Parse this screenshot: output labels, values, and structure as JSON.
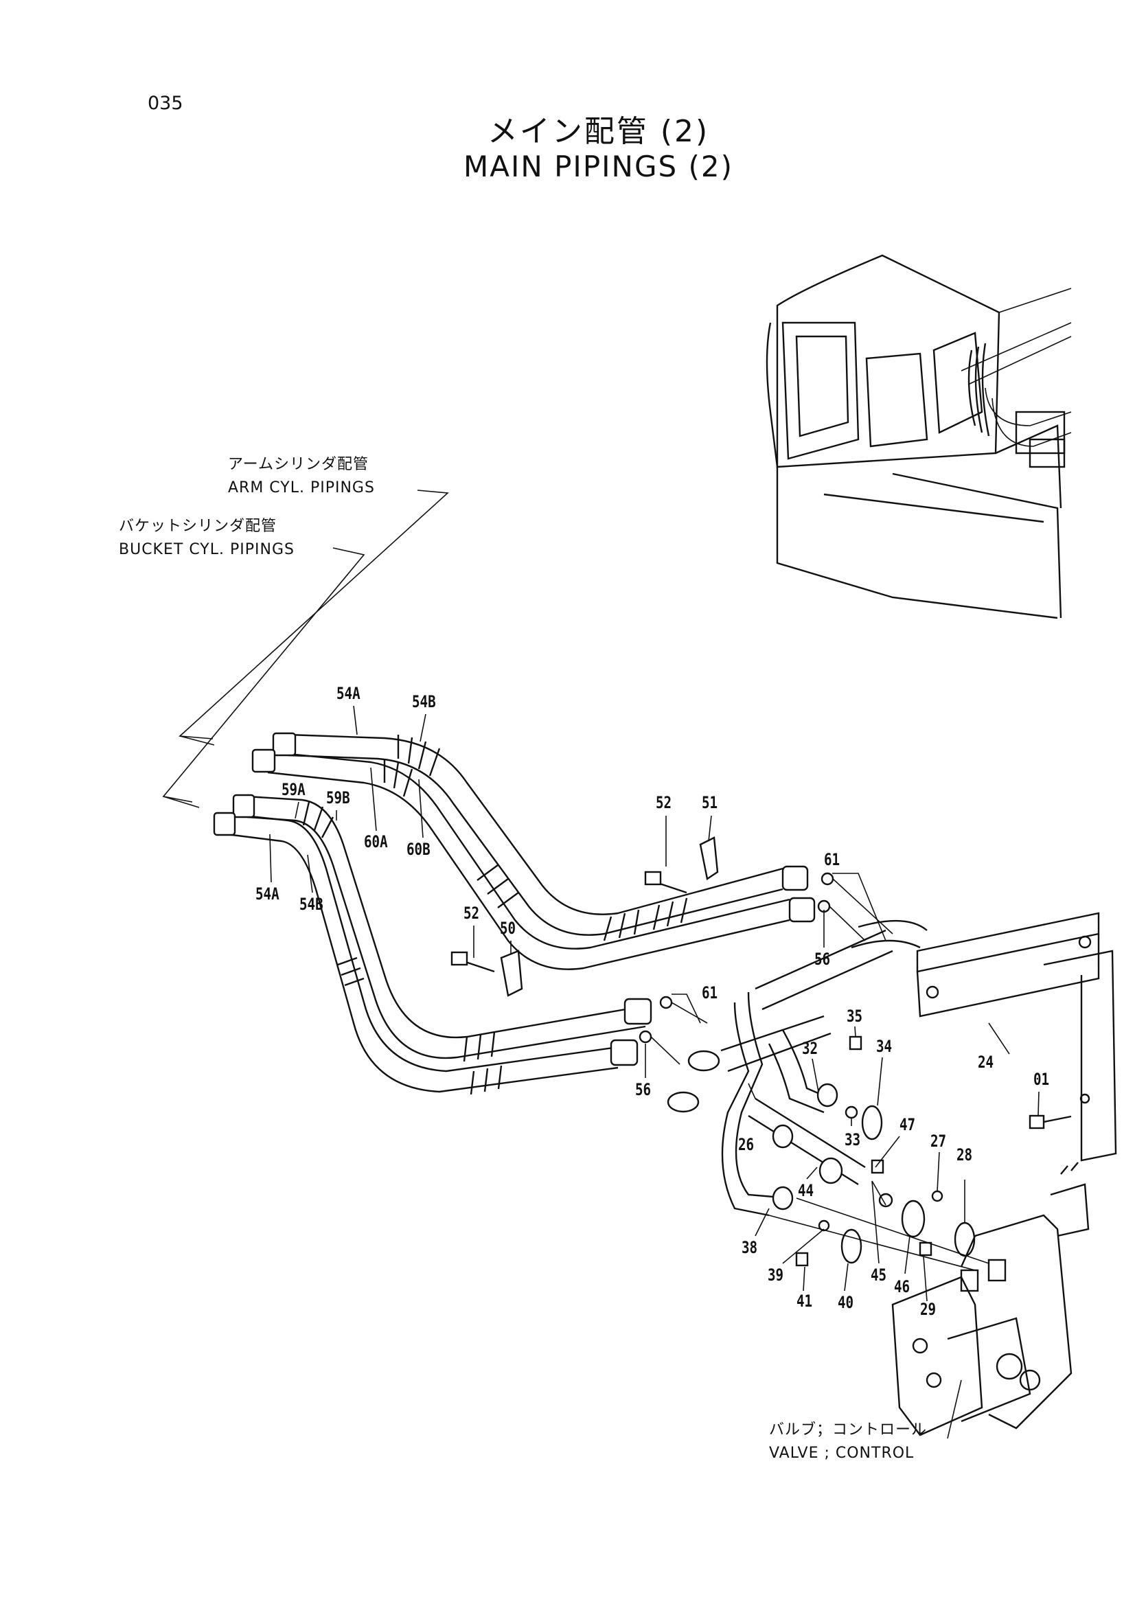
{
  "page_number": "035",
  "title_jp": "メイン配管 (2)",
  "title_en": "MAIN PIPINGS (2)",
  "notes": {
    "arm_jp": "アームシリンダ配管",
    "arm_en": "ARM CYL. PIPINGS",
    "bucket_jp": "バケットシリンダ配管",
    "bucket_en": "BUCKET CYL. PIPINGS",
    "valve_jp": "バルブ；コントロール",
    "valve_en": "VALVE ; CONTROL"
  },
  "callouts": {
    "c54a_top": "54A",
    "c54b_top": "54B",
    "c59a": "59A",
    "c59b": "59B",
    "c60a": "60A",
    "c60b": "60B",
    "c54a_low": "54A",
    "c54b_low": "54B",
    "c52_top": "52",
    "c51": "51",
    "c61_top": "61",
    "c56_top": "56",
    "c52_low": "52",
    "c50": "50",
    "c61_low": "61",
    "c56_low": "56",
    "c35": "35",
    "c34": "34",
    "c32": "32",
    "c24": "24",
    "c01": "01",
    "c33": "33",
    "c47": "47",
    "c27": "27",
    "c28": "28",
    "c26": "26",
    "c44": "44",
    "c38": "38",
    "c39": "39",
    "c41": "41",
    "c40": "40",
    "c45": "45",
    "c46": "46",
    "c29": "29"
  }
}
